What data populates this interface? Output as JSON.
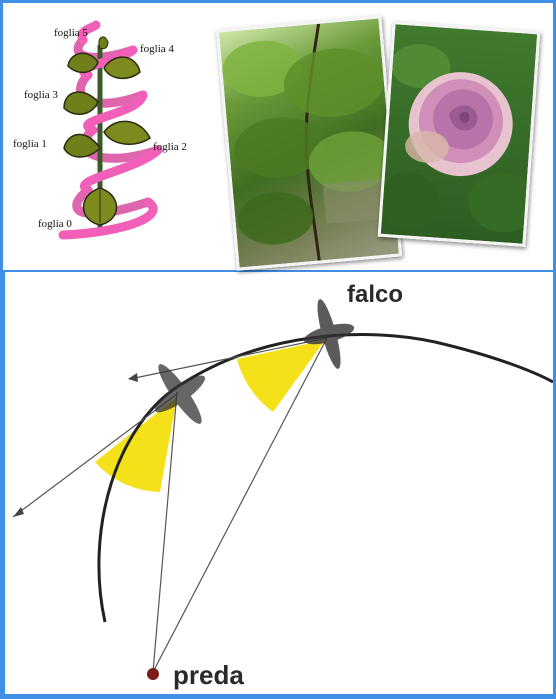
{
  "phyllotaxis": {
    "leaf_labels": [
      "foglia 0",
      "foglia 1",
      "foglia 2",
      "foglia 3",
      "foglia 4",
      "foglia 5"
    ]
  },
  "photos": {
    "tree_photo": "oak-sapling-photo",
    "rose_photo": "pink-rose-photo"
  },
  "hawk_diagram": {
    "hawk_label": "falco",
    "prey_label": "preda"
  },
  "colors": {
    "background": "#3f8fe6",
    "spiral": "#f25fb8",
    "angle_fill": "#f5e11a",
    "prey_dot": "#7a1a1a"
  }
}
